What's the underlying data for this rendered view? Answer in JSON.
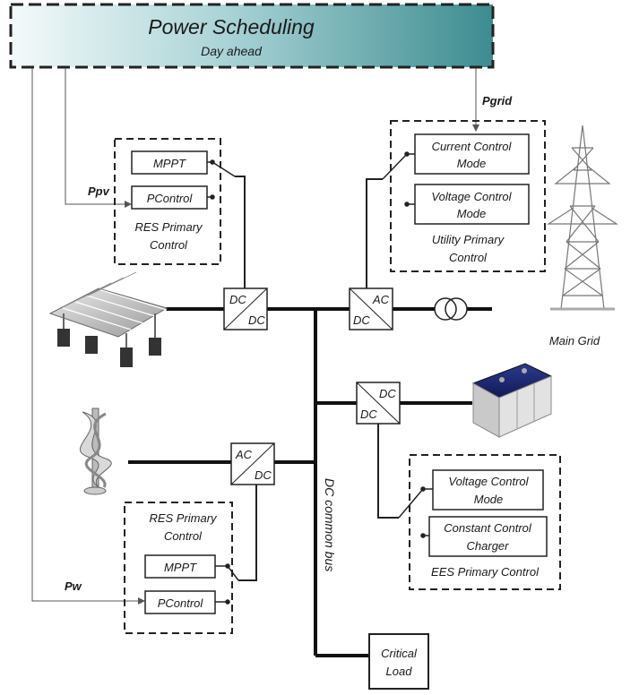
{
  "header": {
    "title": "Power Scheduling",
    "subtitle": "Day ahead"
  },
  "signals": {
    "ppv": "Ppv",
    "pw": "Pw",
    "pgrid": "Pgrid"
  },
  "res_top": {
    "mppt": "MPPT",
    "pcontrol": "PControl",
    "caption_line1": "RES Primary",
    "caption_line2": "Control"
  },
  "res_bottom": {
    "caption_line1": "RES Primary",
    "caption_line2": "Control",
    "mppt": "MPPT",
    "pcontrol": "PControl"
  },
  "utility": {
    "mode1_line1": "Current Control",
    "mode1_line2": "Mode",
    "mode2_line1": "Voltage Control",
    "mode2_line2": "Mode",
    "caption_line1": "Utility Primary",
    "caption_line2": "Control"
  },
  "ees": {
    "mode1_line1": "Voltage Control",
    "mode1_line2": "Mode",
    "mode2_line1": "Constant Control",
    "mode2_line2": "Charger",
    "caption": "EES Primary Control"
  },
  "converters": {
    "pv": {
      "top": "DC",
      "bottom": "DC"
    },
    "grid": {
      "top": "AC",
      "bottom": "DC"
    },
    "battery": {
      "top": "DC",
      "bottom": "DC"
    },
    "wind": {
      "top": "AC",
      "bottom": "DC"
    }
  },
  "labels": {
    "main_grid": "Main Grid",
    "bus": "DC common bus",
    "critical_load_line1": "Critical",
    "critical_load_line2": "Load"
  }
}
